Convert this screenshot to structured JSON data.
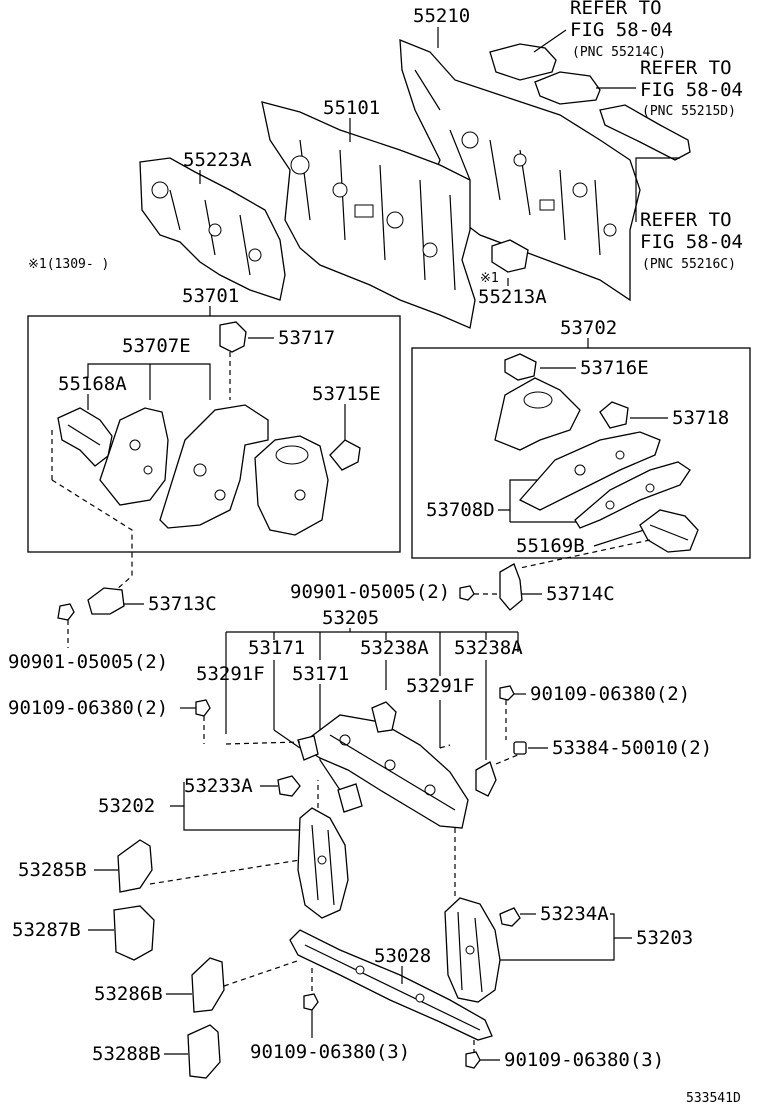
{
  "labels": {
    "p55210": "55210",
    "refer1": "REFER TO",
    "fig1": "FIG 58-04",
    "pnc1": "(PNC 55214C)",
    "refer2": "REFER TO",
    "fig2": "FIG 58-04",
    "pnc2": "(PNC 55215D)",
    "refer3": "REFER TO",
    "fig3": "FIG 58-04",
    "pnc3": "(PNC 55216C)",
    "p55101": "55101",
    "p55223A": "55223A",
    "note1309": "※1(1309-    )",
    "p55213A": "55213A",
    "mark1": "※1",
    "p53701": "53701",
    "p53702": "53702",
    "p53707E": "53707E",
    "p53717": "53717",
    "p55168A": "55168A",
    "p53715E": "53715E",
    "p53716E": "53716E",
    "p53718": "53718",
    "p53708D": "53708D",
    "p55169B": "55169B",
    "p53713C": "53713C",
    "p90901a": "90901-05005(2)",
    "p90901b": "90901-05005(2)",
    "p53714C": "53714C",
    "p53205": "53205",
    "p53171a": "53171",
    "p53171b": "53171",
    "p53238Aa": "53238A",
    "p53238Ab": "53238A",
    "p53291Fa": "53291F",
    "p53291Fb": "53291F",
    "p90109a": "90109-06380(2)",
    "p90109b": "90109-06380(2)",
    "p53384": "53384-50010(2)",
    "p53233A": "53233A",
    "p53202": "53202",
    "p53285B": "53285B",
    "p53287B": "53287B",
    "p53286B": "53286B",
    "p53288B": "53288B",
    "p53234A": "53234A",
    "p53203": "53203",
    "p53028": "53028",
    "p90109c": "90109-06380(3)",
    "p90109d": "90109-06380(3)",
    "figid": "533541D"
  }
}
